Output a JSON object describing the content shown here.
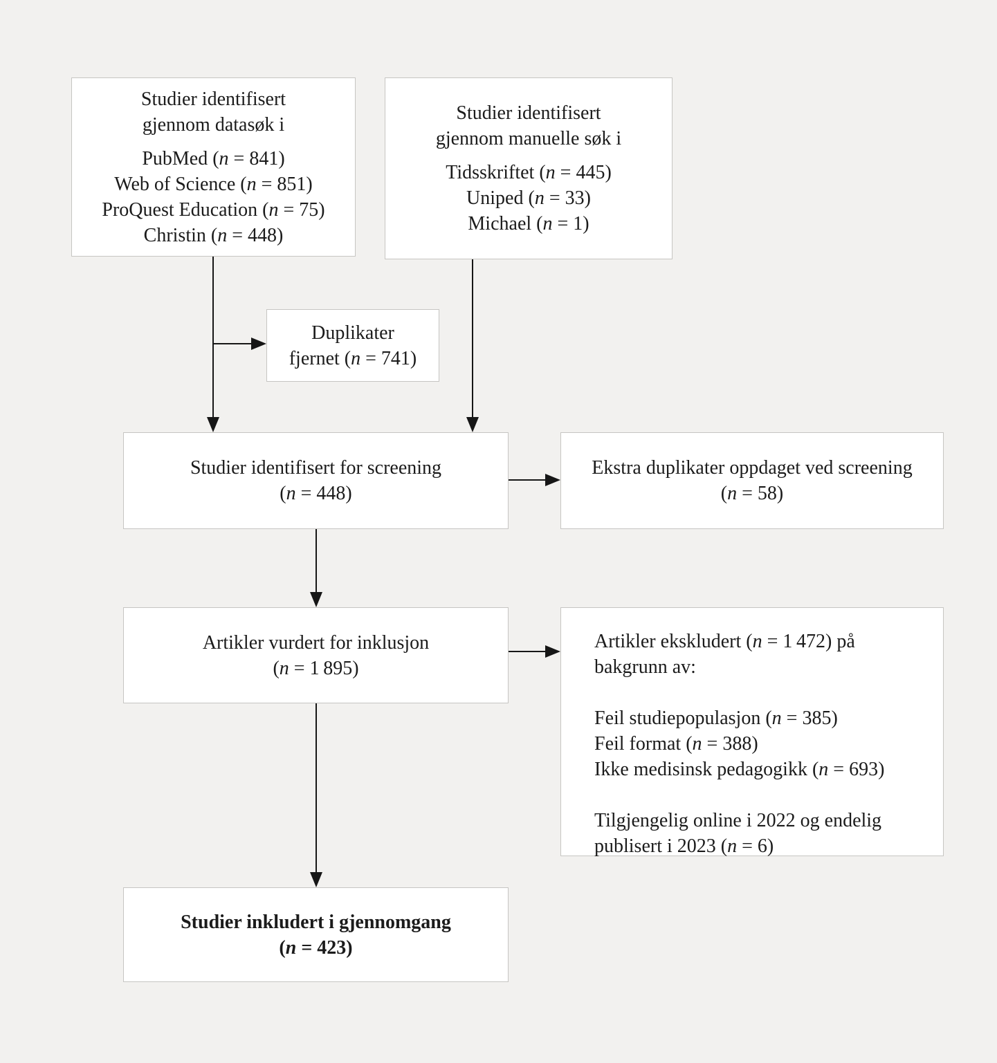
{
  "page": {
    "background_color": "#f2f1ef",
    "box_fill_color": "#ffffff",
    "box_border_color": "#c6c5c2",
    "text_color": "#1b1b1b",
    "arrow_color": "#161616"
  },
  "boxes": {
    "database_search": {
      "title_line1": "Studier identifisert",
      "title_line2": "gjennom datasøk i",
      "items": [
        "PubMed (n = 841)",
        "Web of Science (n = 851)",
        "ProQuest Education (n = 75)",
        "Christin (n = 448)"
      ]
    },
    "manual_search": {
      "title_line1": "Studier identifisert",
      "title_line2": "gjennom manuelle søk i",
      "items": [
        "Tidsskriftet (n = 445)",
        "Uniped (n = 33)",
        "Michael (n = 1)"
      ]
    },
    "duplicates_removed": {
      "line1": "Duplikater",
      "line2": "fjernet (n = 741)"
    },
    "screening": {
      "line1": "Studier identifisert for screening",
      "line2": "(n = 448)"
    },
    "extra_duplicates": {
      "line1": "Ekstra duplikater oppdaget ved screening",
      "line2": "(n = 58)"
    },
    "assessed": {
      "line1": "Artikler vurdert for inklusjon",
      "line2": "(n = 1 895)"
    },
    "excluded": {
      "intro": "Artikler ekskludert (n = 1 472) på bakgrunn av:",
      "reasons": [
        "Feil studiepopulasjon (n = 385)",
        "Feil format (n = 388)",
        "Ikke medisinsk pedagogikk (n = 693)"
      ],
      "note": "Tilgjengelig online i 2022 og endelig publisert i 2023 (n = 6)"
    },
    "included": {
      "line1": "Studier inkludert i gjennomgang",
      "line2": "(n = 423)"
    }
  }
}
